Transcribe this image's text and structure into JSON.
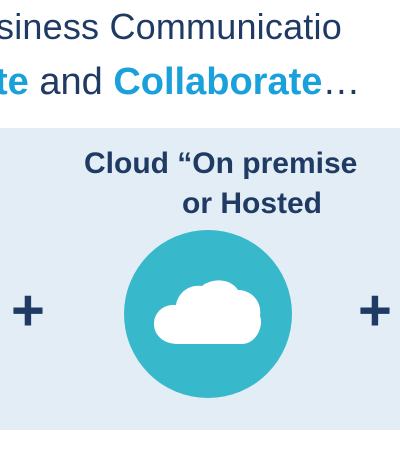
{
  "slide": {
    "headline_line1": "siness Communicatio",
    "headline_line2_part1": "te",
    "headline_line2_part2": " and ",
    "headline_line2_part3": "Collaborate",
    "headline_line2_part4": "…",
    "panel_title_line1": "Cloud “On premise",
    "panel_title_line2": "or Hosted",
    "plus_left": "+",
    "plus_right": "+",
    "cloud_icon": "cloud-icon"
  },
  "colors": {
    "navy": "#1f3b63",
    "accent_blue": "#1aa0da",
    "panel_bg": "#e3edf6",
    "cloud_circle": "#37b9cb"
  }
}
